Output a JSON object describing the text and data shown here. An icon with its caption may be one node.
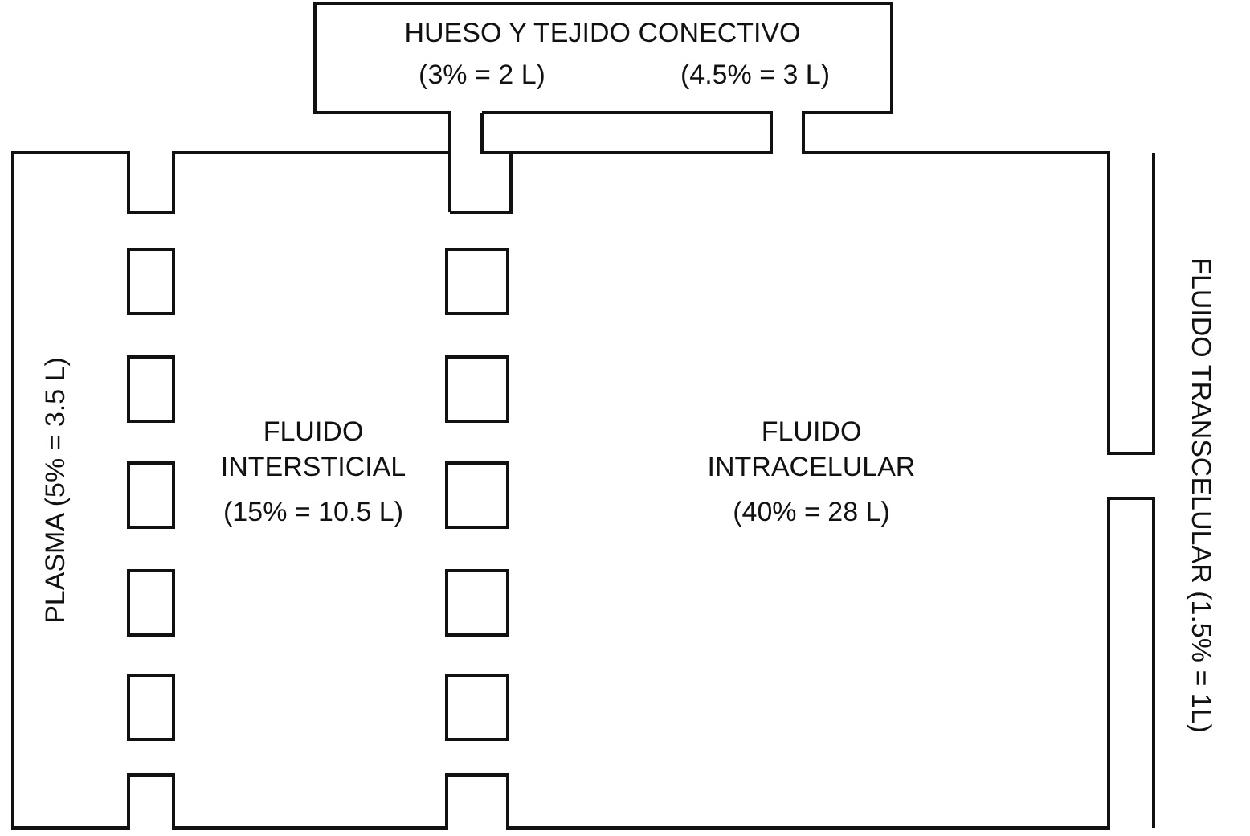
{
  "diagram": {
    "nodes": [
      {
        "text": [
          "HUESO Y TEJIDO CONECTIVO",
          "(3% = 2 L)",
          "(4.5% = 3 L)"
        ]
      },
      {
        "text": [
          "PLASMA (5% = 3.5 L)"
        ]
      },
      {
        "text": [
          "FLUIDO INTERSTICIAL",
          "(15% = 10.5 L)"
        ]
      },
      {
        "text": [
          "FLUIDO INTRACELULAR",
          "(40% = 28 L)"
        ]
      },
      {
        "text": [
          "FLUIDO TRANSCELULAR (1.5% = 1L)"
        ]
      }
    ]
  }
}
